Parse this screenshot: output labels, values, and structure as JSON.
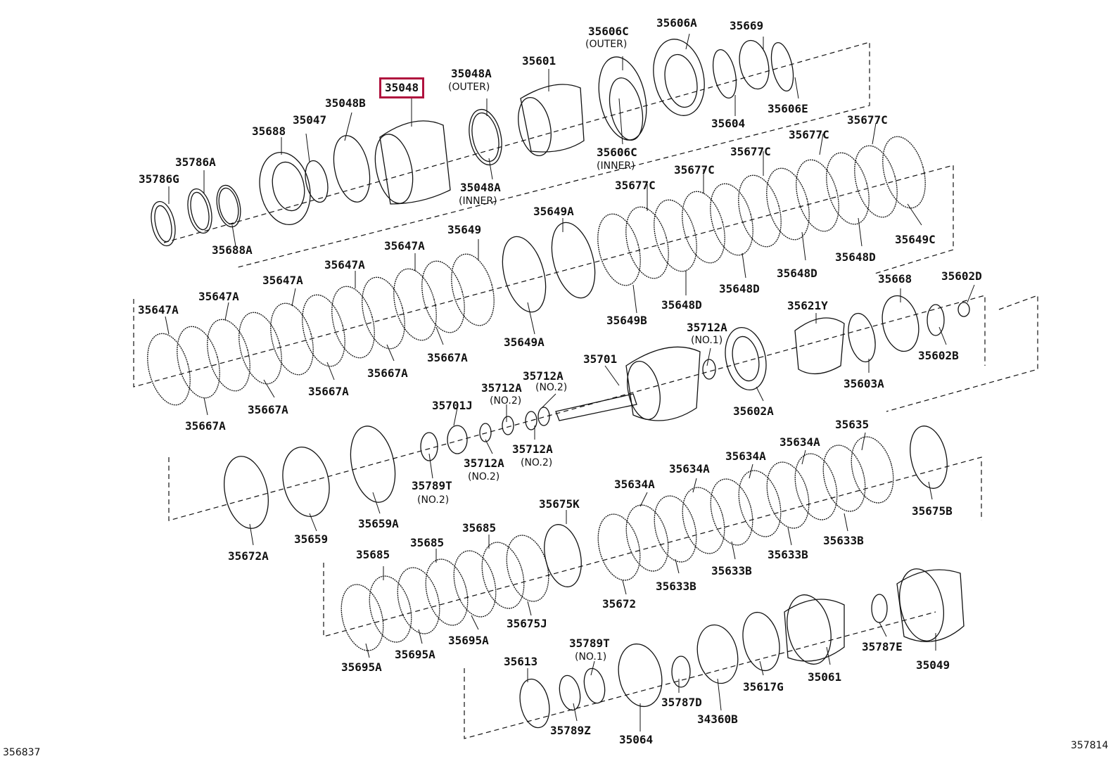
{
  "diagram": {
    "highlight_color": "#b0123e",
    "corner_left": "356837",
    "corner_right": "357814",
    "labels": [
      {
        "id": "35048",
        "text": "35048",
        "highlight": true
      },
      {
        "id": "35048A_outer",
        "text": "35048A",
        "note": "(OUTER)"
      },
      {
        "id": "35601",
        "text": "35601"
      },
      {
        "id": "35606C_outer",
        "text": "35606C",
        "note": "(OUTER)"
      },
      {
        "id": "35606A",
        "text": "35606A"
      },
      {
        "id": "35669",
        "text": "35669"
      },
      {
        "id": "35048B",
        "text": "35048B"
      },
      {
        "id": "35047",
        "text": "35047"
      },
      {
        "id": "35688",
        "text": "35688"
      },
      {
        "id": "35786A",
        "text": "35786A"
      },
      {
        "id": "35786G",
        "text": "35786G"
      },
      {
        "id": "35688A",
        "text": "35688A"
      },
      {
        "id": "35048A_inner",
        "text": "35048A",
        "note": "(INNER)"
      },
      {
        "id": "35606C_inner",
        "text": "35606C",
        "note": "(INNER)"
      },
      {
        "id": "35604",
        "text": "35604"
      },
      {
        "id": "35606E",
        "text": "35606E"
      },
      {
        "id": "35677C_1",
        "text": "35677C"
      },
      {
        "id": "35677C_2",
        "text": "35677C"
      },
      {
        "id": "35677C_3",
        "text": "35677C"
      },
      {
        "id": "35677C_4",
        "text": "35677C"
      },
      {
        "id": "35677C_5",
        "text": "35677C"
      },
      {
        "id": "35649A_top",
        "text": "35649A"
      },
      {
        "id": "35649",
        "text": "35649"
      },
      {
        "id": "35649C",
        "text": "35649C"
      },
      {
        "id": "35648D_1",
        "text": "35648D"
      },
      {
        "id": "35648D_2",
        "text": "35648D"
      },
      {
        "id": "35648D_3",
        "text": "35648D"
      },
      {
        "id": "35648D_4",
        "text": "35648D"
      },
      {
        "id": "35647A_1",
        "text": "35647A"
      },
      {
        "id": "35647A_2",
        "text": "35647A"
      },
      {
        "id": "35647A_3",
        "text": "35647A"
      },
      {
        "id": "35647A_4",
        "text": "35647A"
      },
      {
        "id": "35647A_5",
        "text": "35647A"
      },
      {
        "id": "35649B",
        "text": "35649B"
      },
      {
        "id": "35649A_bot",
        "text": "35649A"
      },
      {
        "id": "35667A_1",
        "text": "35667A"
      },
      {
        "id": "35667A_2",
        "text": "35667A"
      },
      {
        "id": "35667A_3",
        "text": "35667A"
      },
      {
        "id": "35667A_4",
        "text": "35667A"
      },
      {
        "id": "35667A_5",
        "text": "35667A"
      },
      {
        "id": "35668",
        "text": "35668"
      },
      {
        "id": "35602D",
        "text": "35602D"
      },
      {
        "id": "35621Y",
        "text": "35621Y"
      },
      {
        "id": "35602B",
        "text": "35602B"
      },
      {
        "id": "35712A_no1",
        "text": "35712A",
        "note": "(NO.1)"
      },
      {
        "id": "35701",
        "text": "35701"
      },
      {
        "id": "35712A_no2a",
        "text": "35712A",
        "note": "(NO.2)"
      },
      {
        "id": "35712A_no2b",
        "text": "35712A",
        "note": "(NO.2)"
      },
      {
        "id": "35712A_no2c",
        "text": "35712A",
        "note": "(NO.2)"
      },
      {
        "id": "35712A_no2d",
        "text": "35712A",
        "note": "(NO.2)"
      },
      {
        "id": "35701J",
        "text": "35701J"
      },
      {
        "id": "35603A",
        "text": "35603A"
      },
      {
        "id": "35602A",
        "text": "35602A"
      },
      {
        "id": "35789T_no2",
        "text": "35789T",
        "note": "(NO.2)"
      },
      {
        "id": "35635",
        "text": "35635"
      },
      {
        "id": "35634A_1",
        "text": "35634A"
      },
      {
        "id": "35634A_2",
        "text": "35634A"
      },
      {
        "id": "35634A_3",
        "text": "35634A"
      },
      {
        "id": "35634A_4",
        "text": "35634A"
      },
      {
        "id": "35659A",
        "text": "35659A"
      },
      {
        "id": "35659",
        "text": "35659"
      },
      {
        "id": "35672A",
        "text": "35672A"
      },
      {
        "id": "35675K",
        "text": "35675K"
      },
      {
        "id": "35675B",
        "text": "35675B"
      },
      {
        "id": "35633B_1",
        "text": "35633B"
      },
      {
        "id": "35633B_2",
        "text": "35633B"
      },
      {
        "id": "35633B_3",
        "text": "35633B"
      },
      {
        "id": "35633B_4",
        "text": "35633B"
      },
      {
        "id": "35685_1",
        "text": "35685"
      },
      {
        "id": "35685_2",
        "text": "35685"
      },
      {
        "id": "35685_3",
        "text": "35685"
      },
      {
        "id": "35672",
        "text": "35672"
      },
      {
        "id": "35675J",
        "text": "35675J"
      },
      {
        "id": "35695A_1",
        "text": "35695A"
      },
      {
        "id": "35695A_2",
        "text": "35695A"
      },
      {
        "id": "35695A_3",
        "text": "35695A"
      },
      {
        "id": "35789T_no1",
        "text": "35789T",
        "note": "(NO.1)"
      },
      {
        "id": "35613",
        "text": "35613"
      },
      {
        "id": "35787E",
        "text": "35787E"
      },
      {
        "id": "35049",
        "text": "35049"
      },
      {
        "id": "35061",
        "text": "35061"
      },
      {
        "id": "35617G",
        "text": "35617G"
      },
      {
        "id": "34360B",
        "text": "34360B"
      },
      {
        "id": "35787D",
        "text": "35787D"
      },
      {
        "id": "35064",
        "text": "35064"
      },
      {
        "id": "35789Z",
        "text": "35789Z"
      }
    ]
  }
}
